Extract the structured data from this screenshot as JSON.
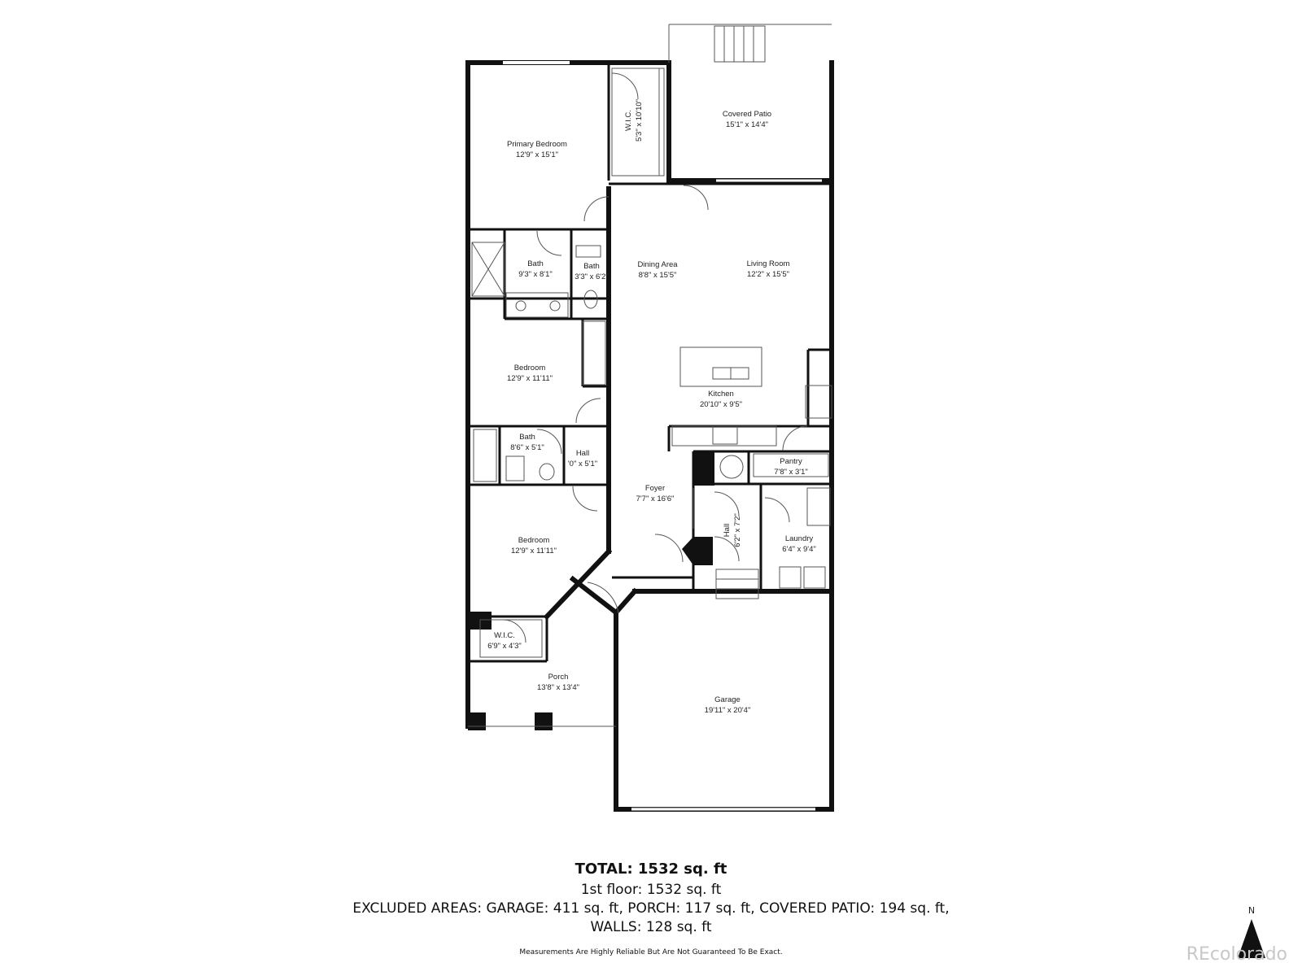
{
  "rooms": [
    {
      "key": "primary_bedroom",
      "name": "Primary Bedroom",
      "dims": "12'9\" x 15'1\""
    },
    {
      "key": "wic_primary",
      "name": "W.I.C.",
      "dims": "5'3\" x 10'10\""
    },
    {
      "key": "covered_patio",
      "name": "Covered Patio",
      "dims": "15'1\" x 14'4\""
    },
    {
      "key": "bath_primary",
      "name": "Bath",
      "dims": "9'3\" x 8'1\""
    },
    {
      "key": "bath_small",
      "name": "Bath",
      "dims": "3'3\" x 6'2\""
    },
    {
      "key": "dining_area",
      "name": "Dining Area",
      "dims": "8'8\" x 15'5\""
    },
    {
      "key": "living_room",
      "name": "Living Room",
      "dims": "12'2\" x 15'5\""
    },
    {
      "key": "bedroom_1",
      "name": "Bedroom",
      "dims": "12'9\" x 11'11\""
    },
    {
      "key": "kitchen",
      "name": "Kitchen",
      "dims": "20'10\" x 9'5\""
    },
    {
      "key": "bath_hall",
      "name": "Bath",
      "dims": "8'6\" x 5'1\""
    },
    {
      "key": "hall_1",
      "name": "Hall",
      "dims": "'0\" x 5'1\""
    },
    {
      "key": "pantry",
      "name": "Pantry",
      "dims": "7'8\" x 3'1\""
    },
    {
      "key": "foyer",
      "name": "Foyer",
      "dims": "7'7\" x 16'6\""
    },
    {
      "key": "hall_2",
      "name": "Hall",
      "dims": "6'2\" x 7'2\""
    },
    {
      "key": "laundry",
      "name": "Laundry",
      "dims": "6'4\" x 9'4\""
    },
    {
      "key": "bedroom_2",
      "name": "Bedroom",
      "dims": "12'9\" x 11'11\""
    },
    {
      "key": "wic_2",
      "name": "W.I.C.",
      "dims": "6'9\" x 4'3\""
    },
    {
      "key": "porch",
      "name": "Porch",
      "dims": "13'8\" x 13'4\""
    },
    {
      "key": "garage",
      "name": "Garage",
      "dims": "19'11\" x 20'4\""
    }
  ],
  "summary": {
    "total": "TOTAL: 1532 sq. ft",
    "floor": "1st floor: 1532 sq. ft",
    "excluded": "EXCLUDED AREAS: GARAGE: 411 sq. ft, PORCH: 117 sq. ft, COVERED PATIO: 194 sq. ft,",
    "walls": "WALLS: 128 sq. ft",
    "disclaimer": "Measurements Are Highly Reliable But Are Not Guaranteed To Be Exact."
  },
  "compass": {
    "label": "N"
  },
  "brand": "REcolorado",
  "colors": {
    "wall": "#111111",
    "line": "#555555",
    "background": "#ffffff"
  }
}
